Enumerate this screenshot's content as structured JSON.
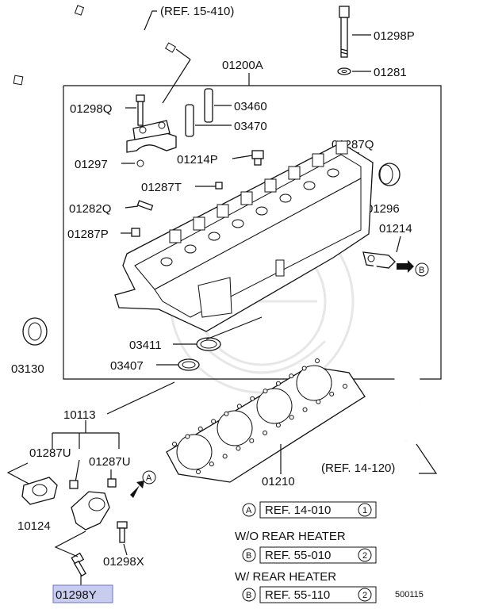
{
  "labels": {
    "ref_15_410": "(REF. 15-410)",
    "p01298P": "01298P",
    "p01281": "01281",
    "p01200A": "01200A",
    "p01298Q": "01298Q",
    "p03460": "03460",
    "p03470": "03470",
    "p01297": "01297",
    "p01214P": "01214P",
    "p01287Q": "01287Q",
    "p01287T": "01287T",
    "p01296": "01296",
    "p01282Q": "01282Q",
    "p01214": "01214",
    "p01287P": "01287P",
    "p03130": "03130",
    "p03411": "03411",
    "p03407": "03407",
    "p10113": "10113",
    "p01287U_a": "01287U",
    "p01287U_b": "01287U",
    "p10124": "10124",
    "p01210": "01210",
    "ref_14_120": "(REF. 14-120)",
    "p01298X": "01298X",
    "p01298Y": "01298Y",
    "diagram_id": "500115"
  },
  "markers": {
    "A": "A",
    "B": "B"
  },
  "legend": {
    "row1": {
      "marker": "A",
      "ref": "REF. 14-010",
      "index": "1"
    },
    "row2_heading": "W/O REAR HEATER",
    "row2": {
      "marker": "B",
      "ref": "REF. 55-010",
      "index": "2"
    },
    "row3_heading": "W/  REAR HEATER",
    "row3": {
      "marker": "B",
      "ref": "REF. 55-110",
      "index": "2"
    }
  },
  "colors": {
    "highlight_fill": "#c8cdf0",
    "line": "#111111"
  }
}
